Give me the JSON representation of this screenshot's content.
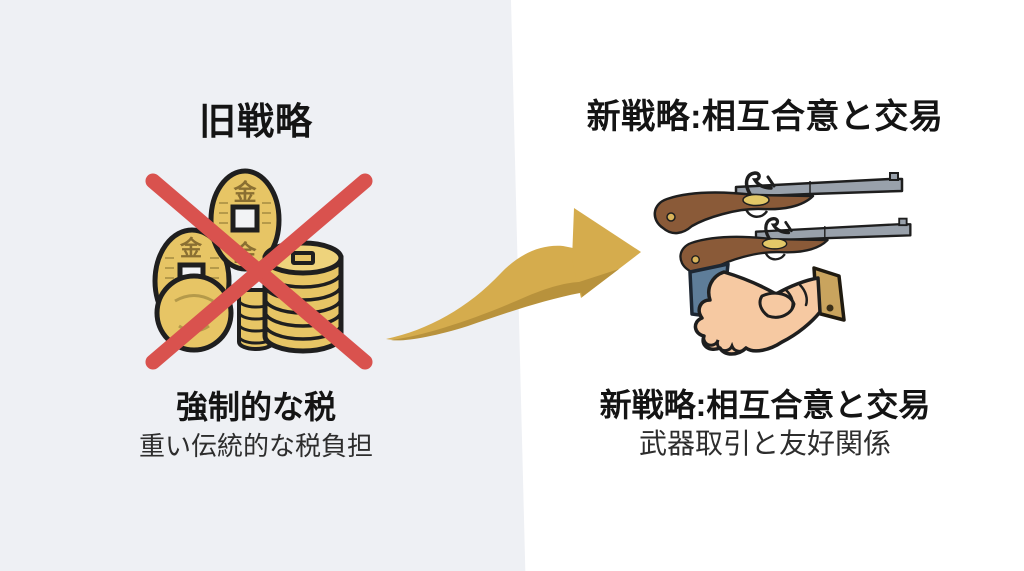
{
  "left_panel": {
    "title": "旧戦略",
    "icon": "gold-coins-crossed-out",
    "caption_bold": "強制的な税",
    "caption_sub": "重い伝統的な税負担",
    "coin_character": "金"
  },
  "transition": {
    "icon": "curved-swoosh-arrow-right"
  },
  "right_panel": {
    "title": "新戦略:相互合意と交易",
    "icon_top": "two-flintlock-muskets",
    "icon_bottom": "handshake",
    "caption_bold": "新戦略:相互合意と交易",
    "caption_sub": "武器取引と友好関係"
  },
  "colors": {
    "background_left": "#eef0f4",
    "background_right": "#ffffff",
    "text_primary": "#141414",
    "text_secondary": "#2d2d2d",
    "coin_gold": "#e7c565",
    "coin_gold_light": "#eed37c",
    "coin_detail": "#8a6f32",
    "outline_dark": "#1f1f1f",
    "cross_red": "#d9524e",
    "arrow_gold": "#d5ac4d",
    "arrow_gold_dark": "#b8923c",
    "gun_wood": "#8a5a38",
    "gun_barrel": "#99a1ab",
    "gun_brass": "#e3c868",
    "hand_skin": "#f6c9a2",
    "sleeve_left_blue": "#5e7d99",
    "sleeve_right_tan": "#c9a45e"
  }
}
